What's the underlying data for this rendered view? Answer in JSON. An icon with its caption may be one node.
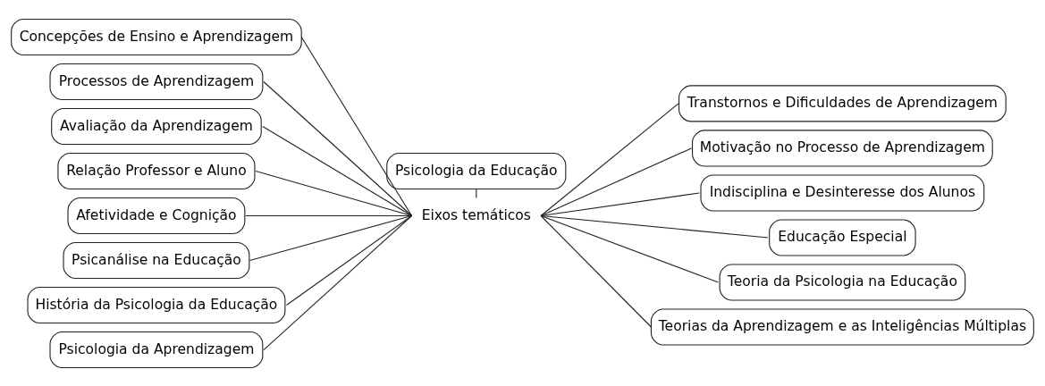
{
  "diagram": {
    "nodes": [
      {
        "text": [
          "Psicologia da Educação"
        ]
      },
      {
        "text": [
          "Concepções de Ensino e Aprendizagem"
        ]
      },
      {
        "text": [
          "Transtornos e Dificuldades de Aprendizagem"
        ]
      },
      {
        "text": [
          "Processos de Aprendizagem"
        ]
      },
      {
        "text": [
          "Eixos temáticos"
        ]
      },
      {
        "text": [
          "Motivação no Processo de Aprendizagem"
        ]
      },
      {
        "text": [
          "Avaliação da Aprendizagem"
        ]
      },
      {
        "text": [
          "Indisciplina e Desinteresse dos Alunos"
        ]
      },
      {
        "text": [
          "Relação Professor e Aluno"
        ]
      },
      {
        "text": [
          "Educação Especial"
        ]
      },
      {
        "text": [
          "Teoria da Psicologia na Educação"
        ]
      },
      {
        "text": [
          "Afetividade e Cognição"
        ]
      },
      {
        "text": [
          "Teorias da Aprendizagem e as Inteligências Múltiplas"
        ]
      },
      {
        "text": [
          "Psicanálise na Educação"
        ]
      },
      {
        "text": [
          "História da Psicologia da Educação"
        ]
      },
      {
        "text": [
          "Psicologia da Aprendizagem"
        ]
      }
    ],
    "edges": [
      {
        "from": 0,
        "to": 4,
        "arrow": "none"
      },
      {
        "from": 4,
        "to": 1,
        "arrow": "none"
      },
      {
        "from": 4,
        "to": 2,
        "arrow": "none"
      },
      {
        "from": 4,
        "to": 3,
        "arrow": "none"
      },
      {
        "from": 4,
        "to": 5,
        "arrow": "none"
      },
      {
        "from": 4,
        "to": 6,
        "arrow": "none"
      },
      {
        "from": 4,
        "to": 7,
        "arrow": "none"
      },
      {
        "from": 4,
        "to": 8,
        "arrow": "none"
      },
      {
        "from": 4,
        "to": 9,
        "arrow": "none"
      },
      {
        "from": 4,
        "to": 10,
        "arrow": "none"
      },
      {
        "from": 4,
        "to": 11,
        "arrow": "none"
      },
      {
        "from": 4,
        "to": 12,
        "arrow": "none"
      },
      {
        "from": 4,
        "to": 13,
        "arrow": "none"
      },
      {
        "from": 4,
        "to": 14,
        "arrow": "none"
      },
      {
        "from": 4,
        "to": 15,
        "arrow": "none"
      }
    ]
  }
}
